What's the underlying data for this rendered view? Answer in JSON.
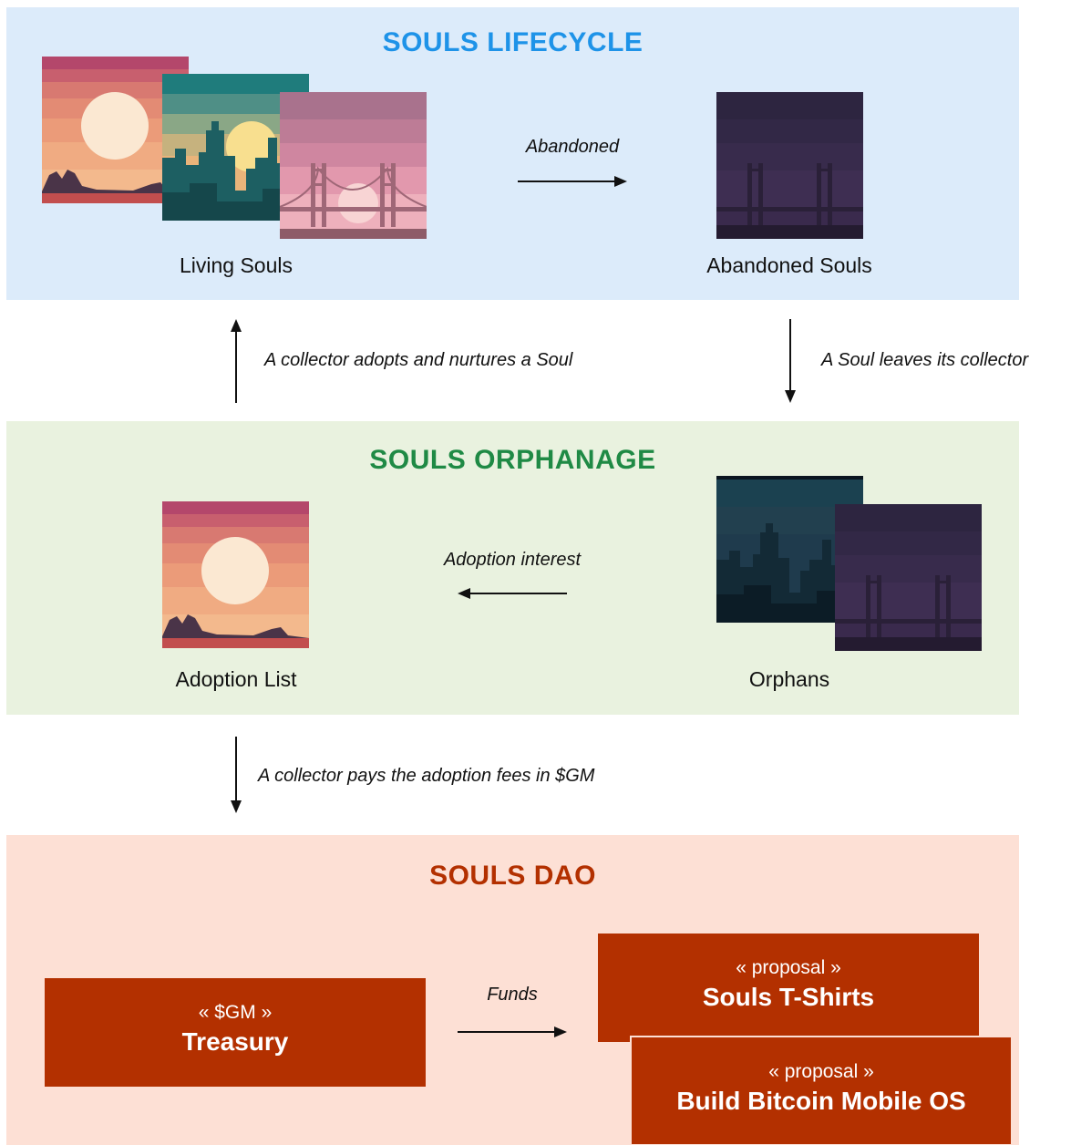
{
  "lifecycle": {
    "title": "SOULS LIFECYCLE",
    "living_label": "Living Souls",
    "abandoned_label": "Abandoned Souls",
    "abandoned_arrow_label": "Abandoned",
    "bg_color": "#dcebfa",
    "title_color": "#1e93e8"
  },
  "transitions": {
    "adopt_label": "A collector adopts and nurtures a Soul",
    "leave_label": "A Soul leaves its collector",
    "pay_label": "A collector pays the adoption fees in $GM"
  },
  "orphanage": {
    "title": "SOULS ORPHANAGE",
    "adoption_list_label": "Adoption List",
    "orphans_label": "Orphans",
    "interest_label": "Adoption interest",
    "bg_color": "#e9f2df",
    "title_color": "#1f8a45"
  },
  "dao": {
    "title": "SOULS DAO",
    "funds_label": "Funds",
    "bg_color": "#fde0d5",
    "title_color": "#b33000",
    "box_color": "#b33000",
    "treasury": {
      "stereotype": "« $GM »",
      "name": "Treasury"
    },
    "proposals": [
      {
        "stereotype": "« proposal »",
        "name": "Souls T-Shirts"
      },
      {
        "stereotype": "« proposal »",
        "name": "Build Bitcoin Mobile OS"
      }
    ]
  }
}
